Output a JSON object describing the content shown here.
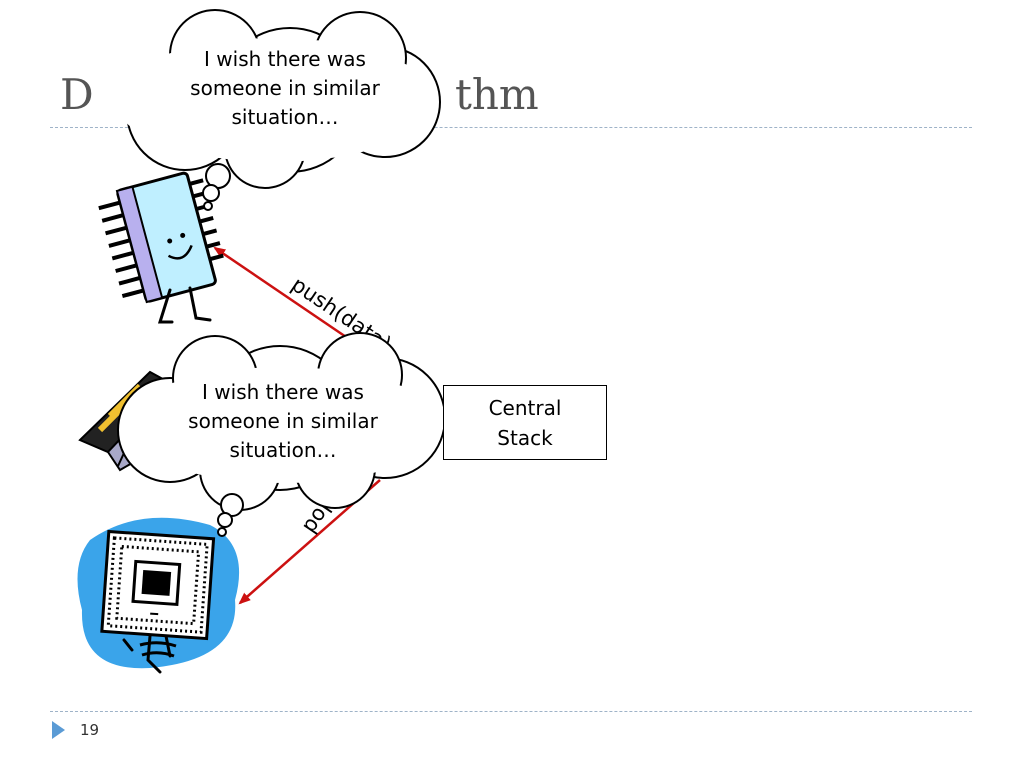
{
  "slide": {
    "title_start": "D",
    "title_end": "thm",
    "page_number": "19"
  },
  "diagram": {
    "central_stack": {
      "line1": "Central",
      "line2": "Stack"
    },
    "edges": [
      {
        "from": "central_stack",
        "to": "memory-chip-character",
        "label": "push(data)"
      },
      {
        "from": "central_stack",
        "to": "processor-chip-character",
        "label": "pop()"
      }
    ],
    "thoughts": [
      {
        "line1": "I wish there was",
        "line2": "someone in similar",
        "line3": "situation…"
      },
      {
        "line1": "I wish there was",
        "line2": "someone in similar",
        "line3": "situation…"
      }
    ]
  },
  "colors": {
    "arrow": "#cc1111",
    "rule": "#9fb3c8",
    "bullet": "#5b9bd5",
    "chip_body": "#bfefff",
    "blob": "#3aa4ea"
  }
}
